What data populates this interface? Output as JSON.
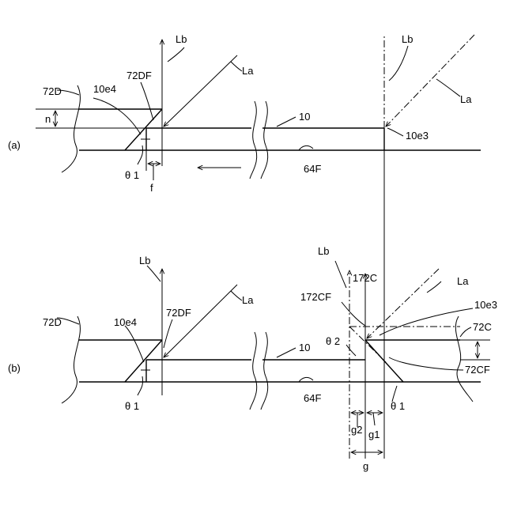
{
  "panel_a": {
    "panel_label": "(a)",
    "labels": {
      "l72D": "72D",
      "l10e4": "10e4",
      "l72DF": "72DF",
      "lLb": "Lb",
      "lLa": "La",
      "l10": "10",
      "lLb2": "Lb",
      "lLa2": "La",
      "l10e3": "10e3",
      "ln": "n",
      "ltheta1": "θ 1",
      "lf": "f",
      "l64F": "64F"
    }
  },
  "panel_b": {
    "panel_label": "(b)",
    "labels": {
      "l72D": "72D",
      "l10e4": "10e4",
      "lLb": "Lb",
      "l72DF": "72DF",
      "lLa": "La",
      "l10": "10",
      "ltheta1": "θ 1",
      "l64F": "64F",
      "lLb2": "Lb",
      "l172C": "172C",
      "lLa2": "La",
      "l172CF": "172CF",
      "l10e3": "10e3",
      "l72C": "72C",
      "ltheta2": "θ 2",
      "l72CF": "72CF",
      "ltheta1b": "θ 1",
      "lg2": "g2",
      "lg1": "g1",
      "lg": "g"
    }
  }
}
